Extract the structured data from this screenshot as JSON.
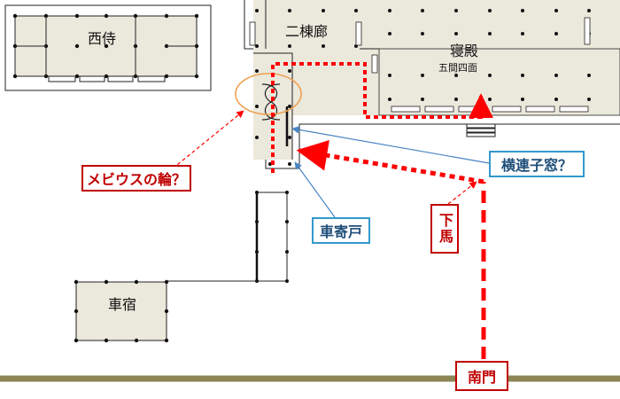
{
  "labels": {
    "nishi_samurai": "西侍",
    "nitou_rou": "二棟廊",
    "shinden": "寝殿",
    "shinden_sub": "五間四面",
    "kuruma_yado": "車宿"
  },
  "callouts": {
    "mobius": "メビウスの輪？",
    "yoko_renji_mado": "横連子窓？",
    "kuruma_yose_do": "車寄戸",
    "geba": "下馬",
    "nanmon": "南門"
  },
  "colors": {
    "building_fill": "#ebe8dc",
    "route_red": "#ff0000",
    "callout_red": "#c00000",
    "callout_blue": "#3399cc",
    "ellipse_orange": "#f0a050",
    "ground_line": "#8c8455"
  }
}
